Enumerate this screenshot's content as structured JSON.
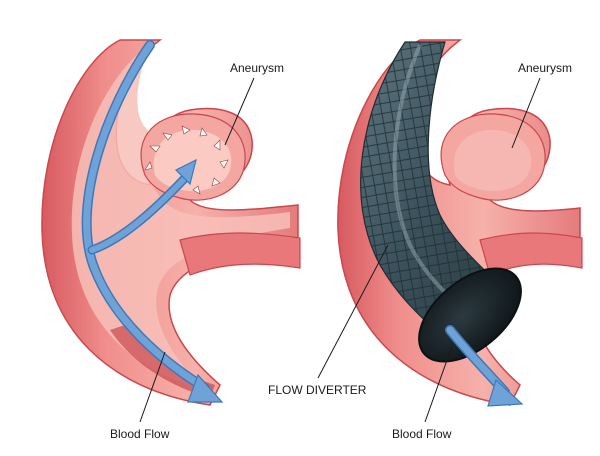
{
  "labels": {
    "left_aneurysm": "Aneurysm",
    "left_blood_flow": "Blood Flow",
    "right_aneurysm": "Aneurysm",
    "right_blood_flow": "Blood Flow",
    "flow_diverter": "FLOW DIVERTER"
  },
  "colors": {
    "vessel_outer": "#e8787a",
    "vessel_mid": "#f3a39f",
    "vessel_inner": "#f6b8b2",
    "vessel_dark": "#c9474d",
    "vessel_highlight": "#fbd3cc",
    "flow_arrow": "#6fa3d8",
    "flow_arrow_edge": "#3f78b8",
    "diverter_mesh": "#2f4650",
    "diverter_body": "#425861",
    "diverter_end": "#151e22",
    "text": "#1a1a1a"
  },
  "icons": {
    "pressure": "outward-arrows-icon",
    "flow": "flow-arrow-icon"
  }
}
